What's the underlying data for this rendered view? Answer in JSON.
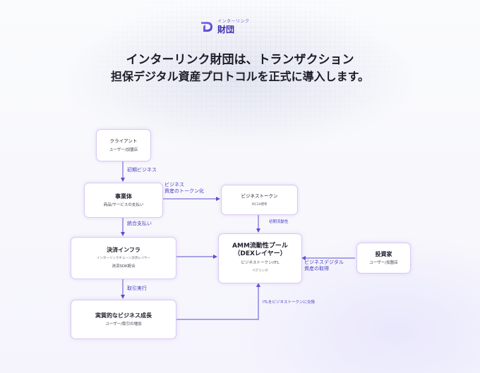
{
  "header": {
    "logo_sub": "インターリンク",
    "logo_main": "財団",
    "headline_line1": "インターリンク財団は、トランザクション",
    "headline_line2": "担保デジタル資産プロトコルを正式に導入します。"
  },
  "nodes": {
    "client": {
      "title": "クライアント",
      "line1": "ユーザー/加盟店"
    },
    "business": {
      "title": "事業体",
      "line1": "商品/サービスの支払い"
    },
    "payment_infra": {
      "title": "決済インフラ",
      "line1": "インターリンクチェーン決済レイヤー",
      "line2": "決済SDK統合"
    },
    "growth": {
      "title": "実質的なビジネス成長",
      "line1": "ユーザー/取引の増加"
    },
    "business_token": {
      "title": "ビジネストークン",
      "line1": "IRC20標準"
    },
    "amm_pool": {
      "title_line1": "AMM流動性プール",
      "title_line2": "（DEXレイヤー）",
      "line1": "ビジネストークン/ITL",
      "line2": "ペアリング"
    },
    "investor": {
      "title": "投資家",
      "line1": "ユーザー/加盟店"
    }
  },
  "edges": {
    "initial_business": "初期ビジネス",
    "tokenize_line1": "ビジネス",
    "tokenize_line2": "資産のトークン化",
    "integrated_payment": "統合支払い",
    "execute_trade": "取引実行",
    "initial_liquidity": "初期流動性",
    "acquire_line1": "ビジネスデジタル",
    "acquire_line2": "資産の取得",
    "exchange": "ITLをビジネストークンに交換"
  },
  "colors": {
    "accent": "#4a3fc4",
    "box_border": "#d9c9f2",
    "arrow": "#5a4fd0"
  }
}
